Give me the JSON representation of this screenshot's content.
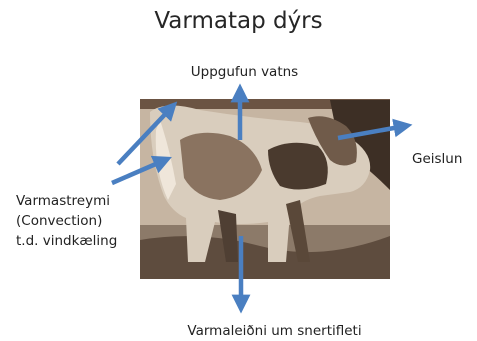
{
  "diagram": {
    "title": "Varmatap dýrs",
    "labels": {
      "evaporation": "Uppgufun vatns",
      "radiation": "Geislun",
      "convection_lines": [
        "Varmastreymi",
        "(Convection)",
        "t.d. vindkæling"
      ],
      "conduction": "Varmaleiðni um snertifleti"
    },
    "colors": {
      "arrow": "#4a7fc1",
      "photo_dark": "#3b2e24",
      "photo_mid": "#7a6757",
      "photo_light": "#c9b8a6"
    }
  }
}
